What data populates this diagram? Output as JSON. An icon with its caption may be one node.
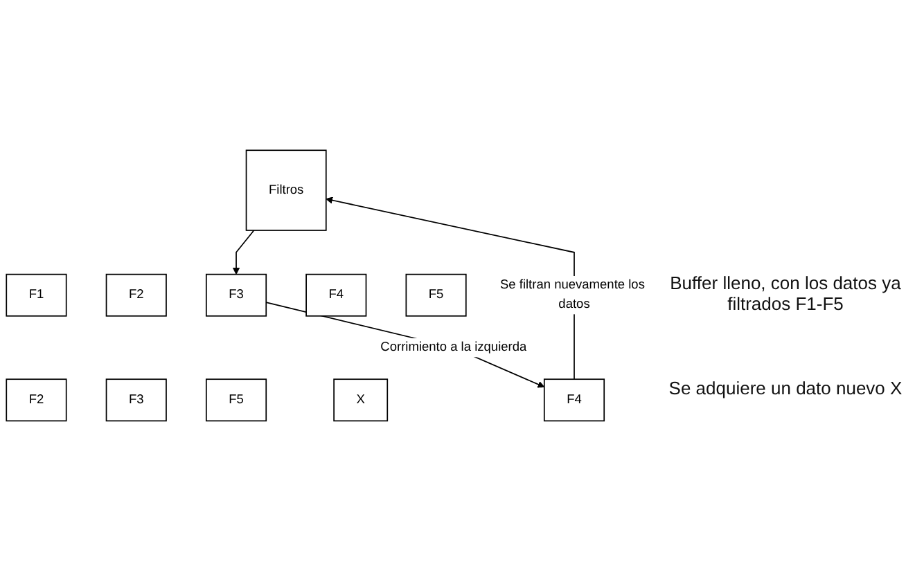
{
  "diagram": {
    "nodes": [
      {
        "text": [
          "Filtros"
        ]
      },
      {
        "text": [
          "F1"
        ]
      },
      {
        "text": [
          "F2"
        ]
      },
      {
        "text": [
          "F3"
        ]
      },
      {
        "text": [
          "F4"
        ]
      },
      {
        "text": [
          "F5"
        ]
      },
      {
        "text": [
          "F2"
        ]
      },
      {
        "text": [
          "F3"
        ]
      },
      {
        "text": [
          "F4"
        ]
      },
      {
        "text": [
          "F5"
        ]
      },
      {
        "text": [
          "X"
        ]
      }
    ],
    "edges": [
      {
        "from": 0,
        "to": 3,
        "arrow": "to"
      },
      {
        "from": 3,
        "to": 8,
        "arrow": "to",
        "label": "Corrimiento a la izquierda"
      },
      {
        "from": 8,
        "to": 0,
        "arrow": "to",
        "label": "Se filtran nuevamente los datos"
      }
    ],
    "labels": [
      "Buffer lleno, con los datos ya filtrados F1-F5",
      "Se adquiere un dato nuevo X"
    ]
  }
}
